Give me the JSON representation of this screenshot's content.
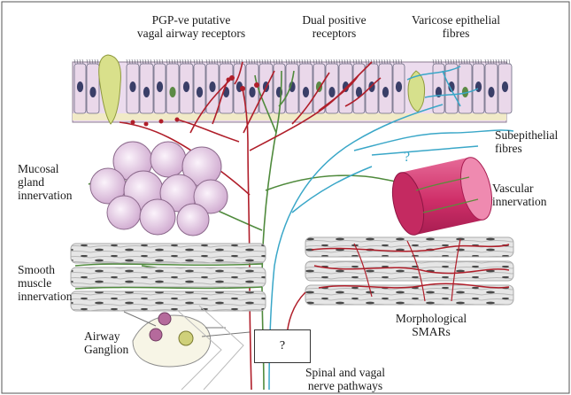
{
  "figure": {
    "labels": {
      "pgp_receptors": "PGP-ve putative\nvagal airway receptors",
      "dual_positive": "Dual positive\nreceptors",
      "varicose": "Varicose epithelial\nfibres",
      "subepithelial": "Subepithelial\nfibres",
      "mucosal_gland": "Mucosal\ngland\ninnervation",
      "vascular": "Vascular\ninnervation",
      "smooth_muscle": "Smooth\nmuscle\ninnervation",
      "airway_ganglion": "Airway\nGanglion",
      "smars": "Morphological\nSMARs",
      "spinal_vagal": "Spinal and vagal\nnerve pathways"
    },
    "unknown_box": "?",
    "unknown_mark": "?"
  },
  "colors": {
    "nerve_red": "#b01e2a",
    "nerve_green": "#4f8a3c",
    "nerve_blue": "#3aa7c8",
    "epithelium": "#ead8ea",
    "cell_border": "#6a6a80",
    "nucleus": "#3a3f68",
    "vessel": "#d6336c",
    "gland": "#e7d2e6",
    "muscle": "#e2e2e2"
  }
}
